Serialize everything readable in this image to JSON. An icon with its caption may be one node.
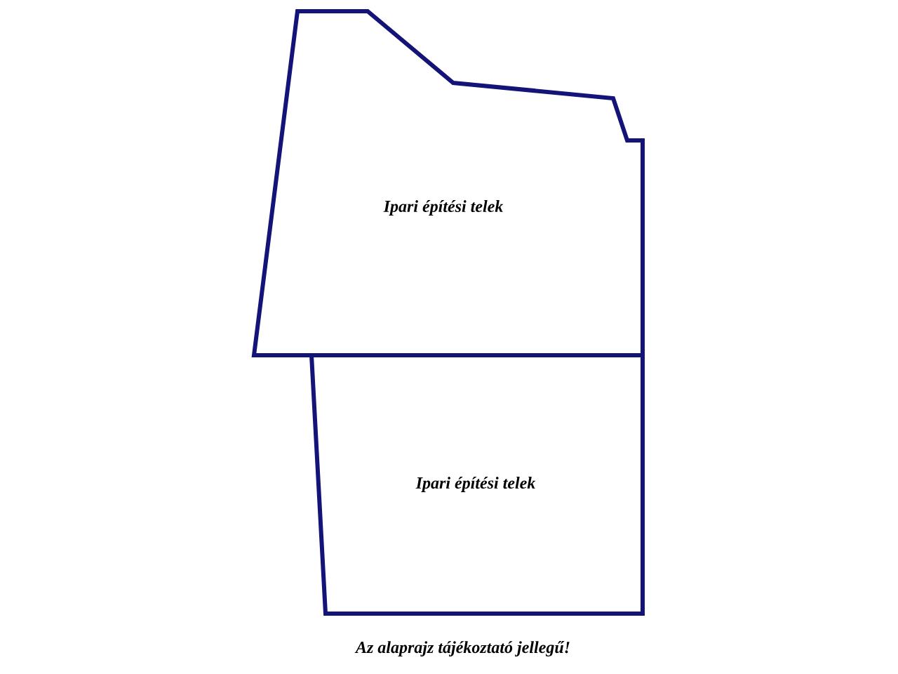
{
  "diagram": {
    "caption": "Az alaprajz tájékoztató jellegű!",
    "nodes": [
      {
        "text": [
          "Ipari építési telek"
        ]
      },
      {
        "text": [
          "Ipari építési telek"
        ]
      }
    ]
  }
}
